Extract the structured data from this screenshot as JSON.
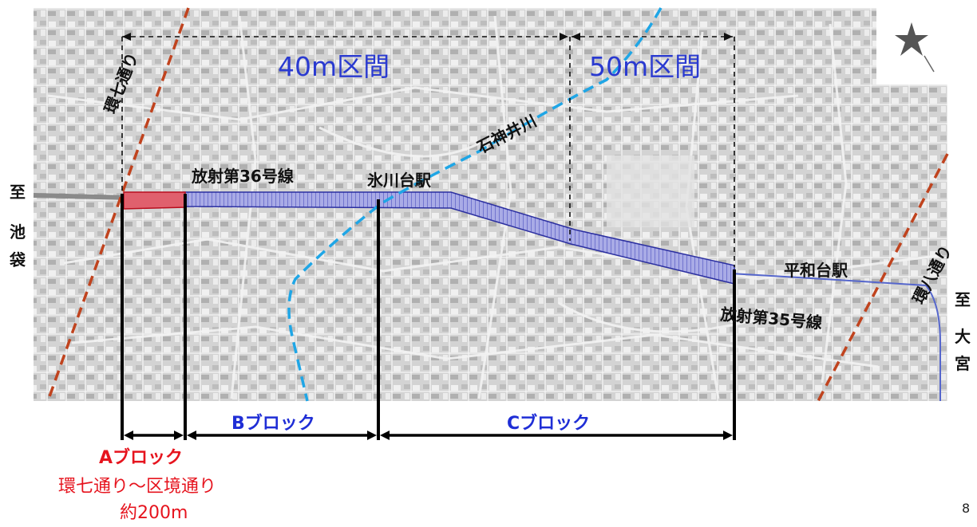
{
  "map": {
    "sections": {
      "section_40m": "40m区間",
      "section_50m": "50m区間"
    },
    "roads": {
      "kannana": "環七通り",
      "kanpachi": "環八通り",
      "houshaku36": "放射第36号線",
      "houshaku35": "放射第35号線"
    },
    "river": "石神井川",
    "stations": {
      "hikawadai": "氷川台駅",
      "heiwadai": "平和台駅"
    },
    "directions": {
      "to_left": [
        "至",
        "池",
        "袋"
      ],
      "to_right": [
        "至",
        "大",
        "宮"
      ]
    },
    "blocks": {
      "a_label": "Aブロック",
      "b_label": "Bブロック",
      "c_label": "Cブロック",
      "a_detail_1": "環七通り～区境通り",
      "a_detail_2": "約200m"
    },
    "page_number": "8",
    "colors": {
      "road_dash": "#c0431e",
      "river_dash": "#1fa6e6",
      "section_text": "#2a3ad0",
      "block_blue": "#1f2ed6",
      "block_a_red": "#e6141e",
      "route_fill": "#7c7fd6"
    },
    "icons": {
      "north_arrow": "compass-icon"
    }
  }
}
